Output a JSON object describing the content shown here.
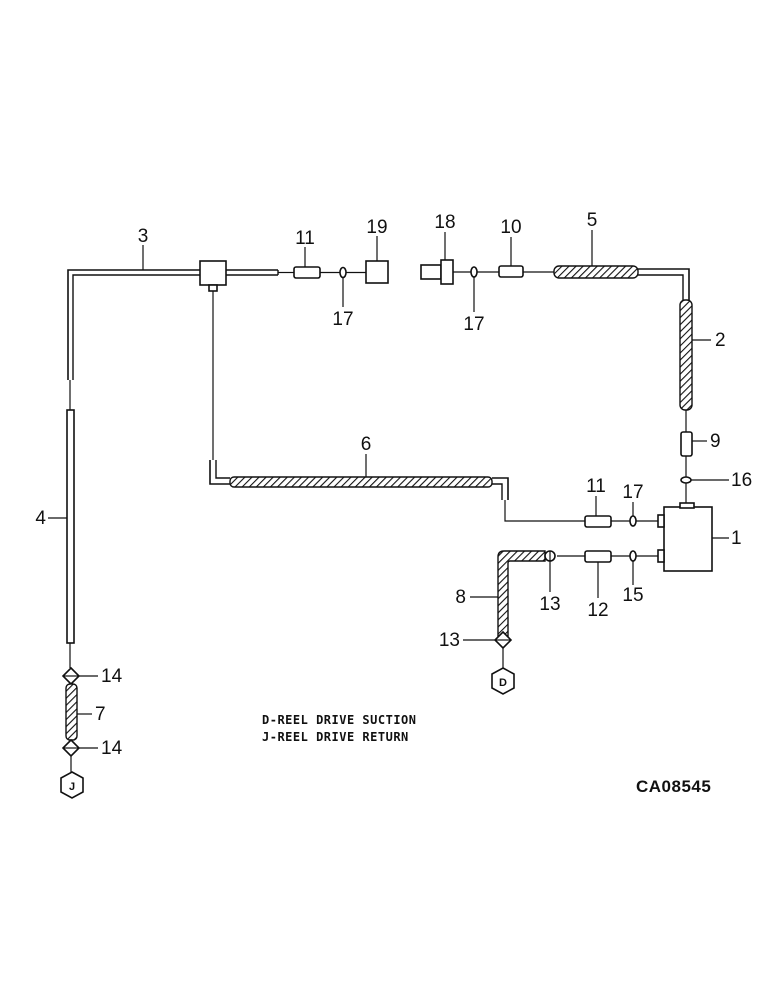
{
  "callouts": {
    "n1": "1",
    "n2": "2",
    "n3": "3",
    "n4": "4",
    "n5": "5",
    "n6": "6",
    "n7": "7",
    "n8": "8",
    "n9": "9",
    "n10": "10",
    "n11a": "11",
    "n11b": "11",
    "n12": "12",
    "n13a": "13",
    "n13b": "13",
    "n14a": "14",
    "n14b": "14",
    "n15": "15",
    "n16": "16",
    "n17a": "17",
    "n17b": "17",
    "n17c": "17",
    "n18": "18",
    "n19": "19"
  },
  "connectors": {
    "d": "D",
    "j": "J"
  },
  "legend": {
    "line1": "D-REEL DRIVE SUCTION",
    "line2": "J-REEL DRIVE RETURN"
  },
  "figure_code": "CA08545"
}
